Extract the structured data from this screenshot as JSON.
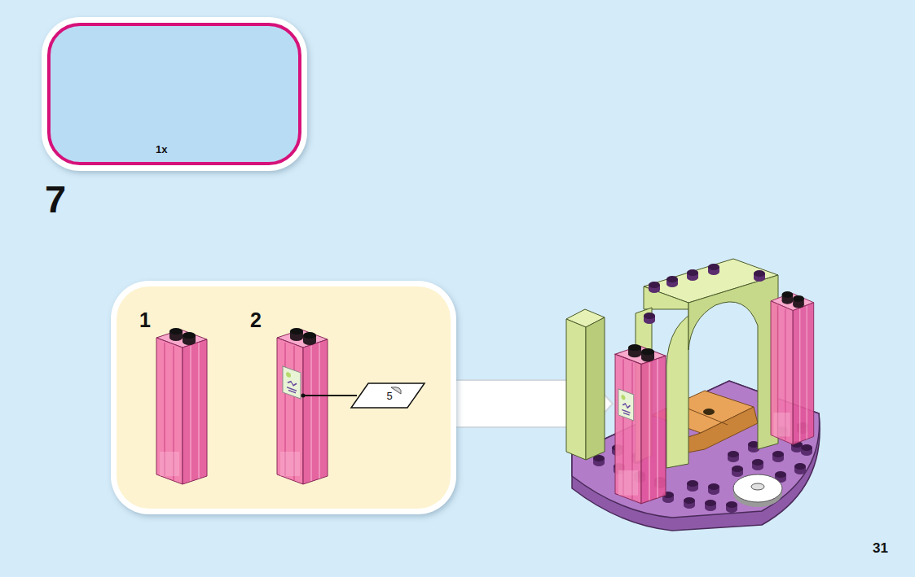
{
  "diagram": {
    "nodes": [
      {
        "text": [
          "1x"
        ]
      },
      {
        "text": [
          "1",
          "2"
        ]
      },
      {
        "text": [
          "5"
        ],
        "in": 1
      }
    ],
    "labels": [
      "7",
      "31"
    ]
  }
}
